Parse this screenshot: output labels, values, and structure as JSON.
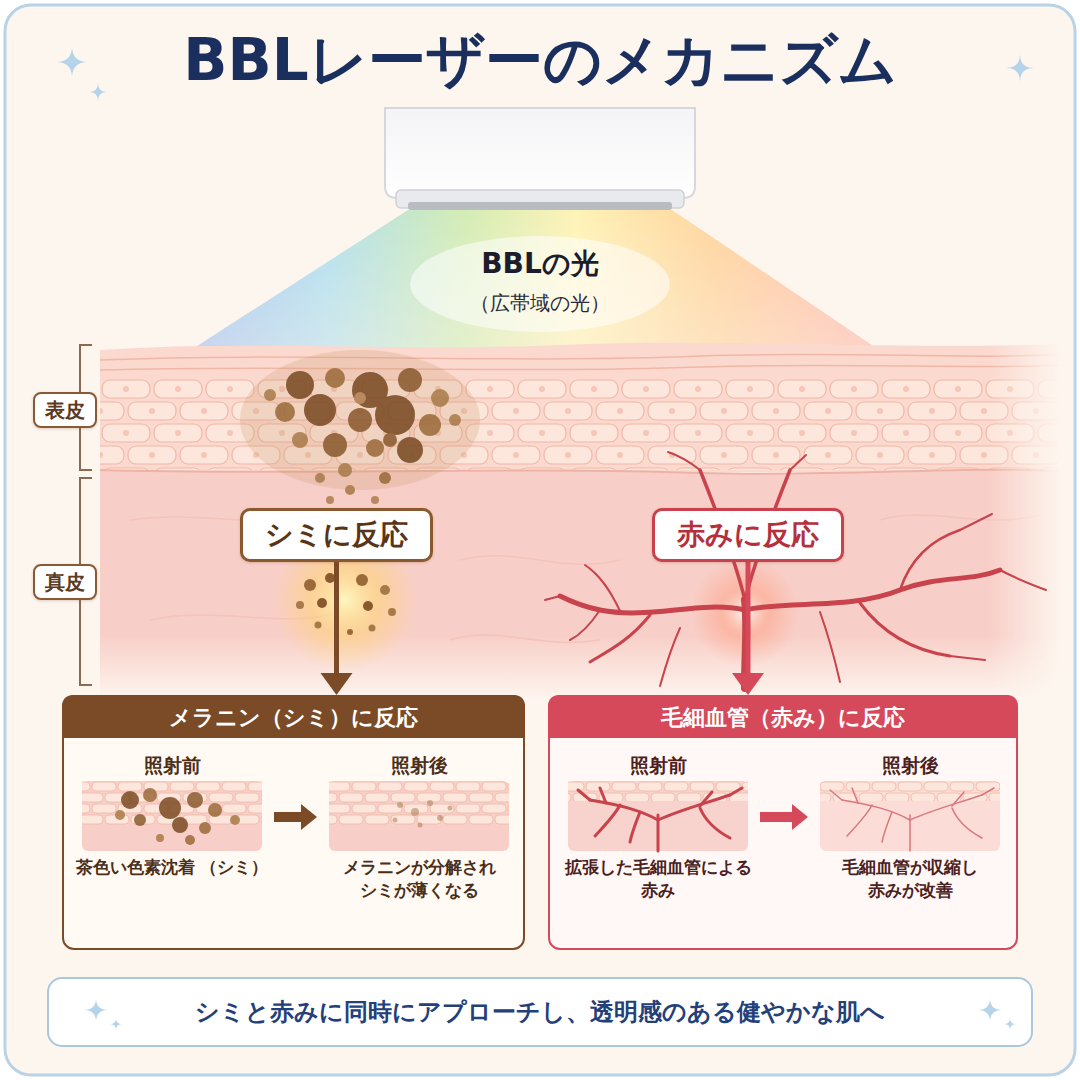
{
  "diagram": {
    "title": "BBLレーザーのメカニズム",
    "caption": "シミと赤みに同時にアプローチし、透明感のある健やかな肌へ",
    "nodes": [
      {
        "text": [
          "表皮"
        ]
      },
      {
        "text": [
          "真皮"
        ]
      },
      {
        "text": [
          "シミに反応"
        ]
      },
      {
        "text": [
          "赤みに反応"
        ]
      },
      {
        "text": [
          "メラニン（シミ）に反応"
        ]
      },
      {
        "text": [
          "照射前",
          "茶色い色素沈着 （シミ）"
        ],
        "in": 4
      },
      {
        "text": [
          "照射後",
          "メラニンが分解され シミが薄くなる"
        ],
        "in": 4
      },
      {
        "text": [
          "毛細血管（赤み）に反応"
        ]
      },
      {
        "text": [
          "照射前",
          "拡張した毛細血管による 赤み"
        ],
        "in": 7
      },
      {
        "text": [
          "照射後",
          "毛細血管が収縮し 赤みが改善"
        ],
        "in": 7
      }
    ],
    "edges": [
      {
        "from": 2,
        "to": 4,
        "arrow": "to"
      },
      {
        "from": 3,
        "to": 7,
        "arrow": "to"
      },
      {
        "from": 5,
        "to": 6,
        "arrow": "to"
      },
      {
        "from": 8,
        "to": 9,
        "arrow": "to"
      }
    ],
    "labels": [
      "BBLの光",
      "（広帯域の光）"
    ]
  }
}
